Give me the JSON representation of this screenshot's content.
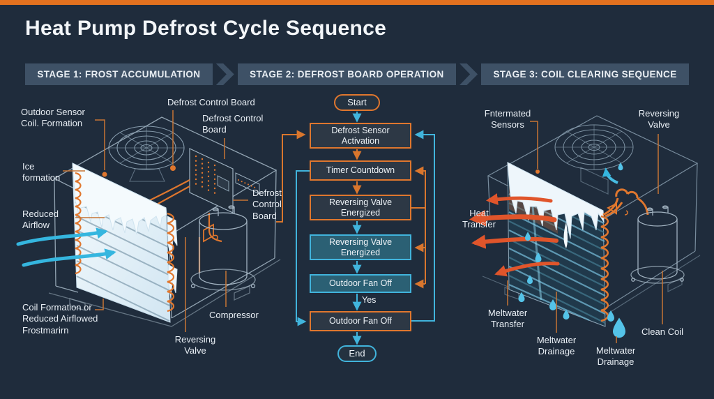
{
  "colors": {
    "background": "#1f2c3c",
    "top_bar": "#e2711f",
    "accent_orange": "#e0772e",
    "accent_cyan": "#41b4dc",
    "stage_bar": "#3e5166",
    "heat_arrow": "#e0552b",
    "frost": "#e9f3f9",
    "water": "#54c3e8"
  },
  "header": {
    "title": "Heat Pump Defrost Cycle Sequence"
  },
  "stage_bar": {
    "stages": [
      "STAGE 1: FROST ACCUMULATION",
      "STAGE 2: DEFROST BOARD OPERATION",
      "STAGE 3: COIL CLEARING SEQUENCE"
    ]
  },
  "flowchart": {
    "start_label": "Start",
    "end_label": "End",
    "branch_label": "Yes",
    "nodes": [
      {
        "label": "Defrost Sensor Activation",
        "style": "orange-dark"
      },
      {
        "label": "Timer Countdown",
        "style": "orange-dark"
      },
      {
        "label": "Reversing Valve Energized",
        "style": "orange-dark"
      },
      {
        "label": "Reversing Valve Energized",
        "style": "cyan-teal"
      },
      {
        "label": "Outdoor Fan Off",
        "style": "cyan-teal"
      },
      {
        "label": "Outdoor Fan Off",
        "style": "orange-dark"
      }
    ]
  },
  "stage1_diagram": {
    "labels": {
      "outdoor_sensor": "Outdoor Sensor Coil. Formation",
      "board_top": "Defrost Control Board",
      "board_mid": "Defrost Control Board",
      "board_right": "Defrost Control Board",
      "ice": "Ice formation",
      "airflow": "Reduced Airflow",
      "coil_note": "Coil Formation or Reduced Airflowed Frostmarirn",
      "compressor": "Compressor",
      "valve": "Reversing Valve"
    }
  },
  "stage3_diagram": {
    "labels": {
      "sensors": "Fntermated Sensors",
      "valve": "Reversing Valve",
      "heat": "Heat Transfer",
      "melt_transfer": "Meltwater Transfer",
      "melt_drain_1": "Meltwater Drainage",
      "melt_drain_2": "Meltwater Drainage",
      "clean_coil": "Clean Coil"
    }
  }
}
